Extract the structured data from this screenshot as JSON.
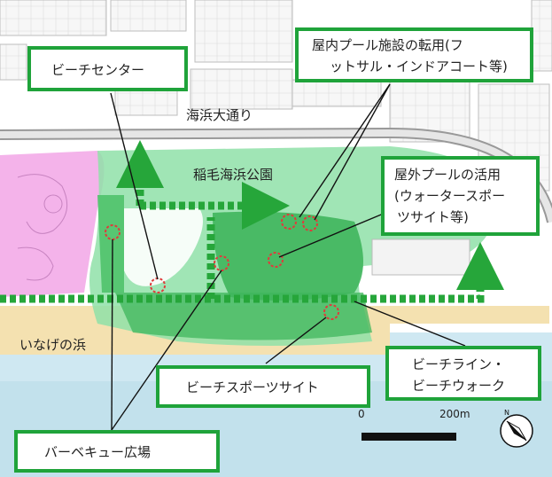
{
  "map": {
    "labels": {
      "street": "海浜大通り",
      "park": "稲毛海浜公園",
      "beach": "いなげの浜"
    },
    "callouts": {
      "beach_center": "ビーチセンター",
      "indoor_pool_line1": "屋内プール施設の転用(フ",
      "indoor_pool_line2": "ットサル・インドアコート等)",
      "outdoor_pool_line1": "屋外プールの活用",
      "outdoor_pool_line2": "(ウォータースポー",
      "outdoor_pool_line3": "ツサイト等)",
      "beach_line_line1": "ビーチライン・",
      "beach_line_line2": "ビーチウォーク",
      "beach_sports": "ビーチスポーツサイト",
      "bbq": "バーベキュー広場"
    },
    "scale": {
      "start": "0",
      "end": "200m"
    },
    "compass_icon": "north-arrow-icon",
    "colors": {
      "callout_border": "#1fa33a",
      "path": "#26a63a",
      "park_fill": "#8fe0a8",
      "pink_area": "#f2a6e6",
      "sea": "#cfe8f2",
      "sand": "#f4e1b0"
    }
  }
}
